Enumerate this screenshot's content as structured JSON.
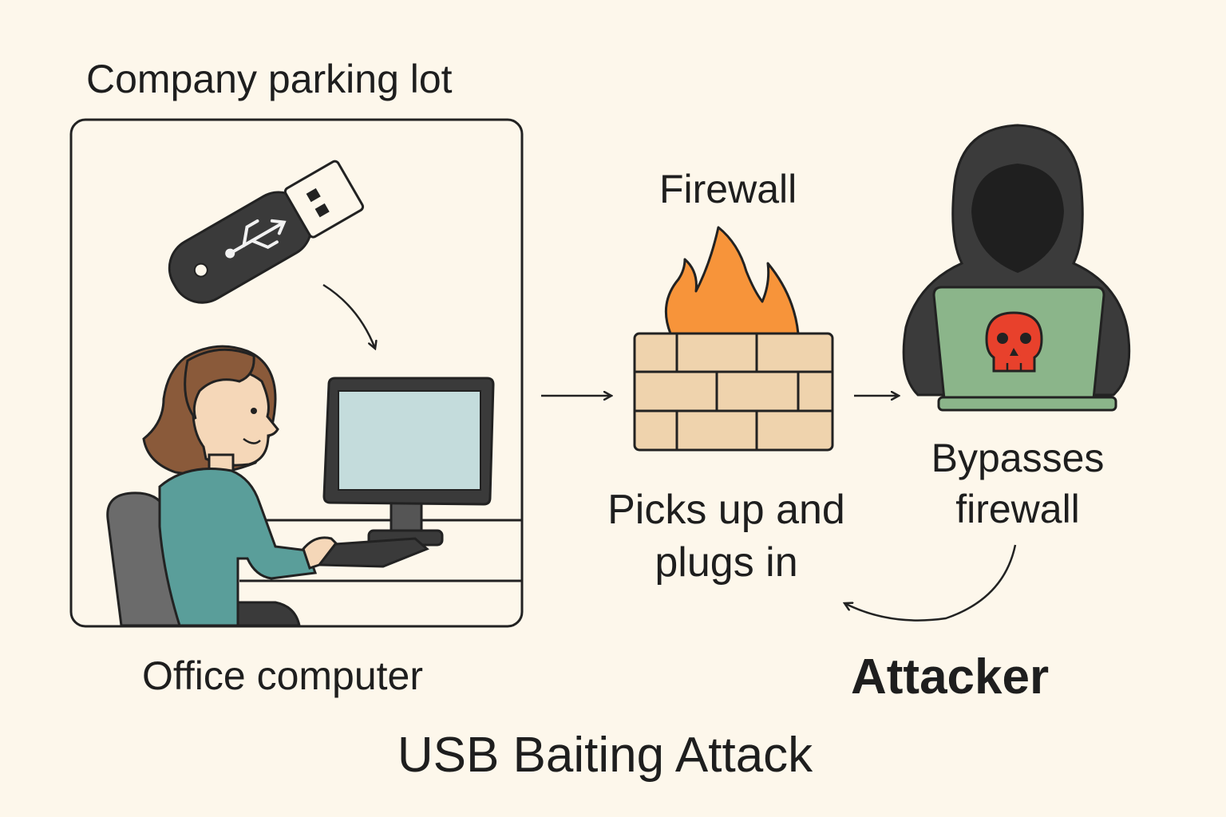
{
  "title": "USB Baiting Attack",
  "labels": {
    "parking": "Company parking lot",
    "office": "Office computer",
    "firewall": "Firewall",
    "picks": "Picks up and plugs in",
    "bypass": "Bypasses firewall",
    "attacker": "Attacker"
  },
  "icons": [
    "usb-drive-icon",
    "office-worker-icon",
    "desktop-monitor-icon",
    "office-chair-icon",
    "flame-icon",
    "brick-wall-icon",
    "hooded-hacker-icon",
    "laptop-icon",
    "skull-icon",
    "arrow-icon"
  ],
  "colors": {
    "background": "#fdf7eb",
    "outline": "#222222",
    "usb": "#3a3a3a",
    "flame": "#f7943a",
    "brick": "#efd3ad",
    "hacker": "#3b3b3b",
    "laptop": "#8bb58a",
    "skull": "#e8412c",
    "shirt": "#5a9e9a",
    "hair": "#8a5a3a",
    "skin": "#f5d7b8",
    "screen": "#c4dcdc",
    "chair": "#6b6b6b"
  }
}
